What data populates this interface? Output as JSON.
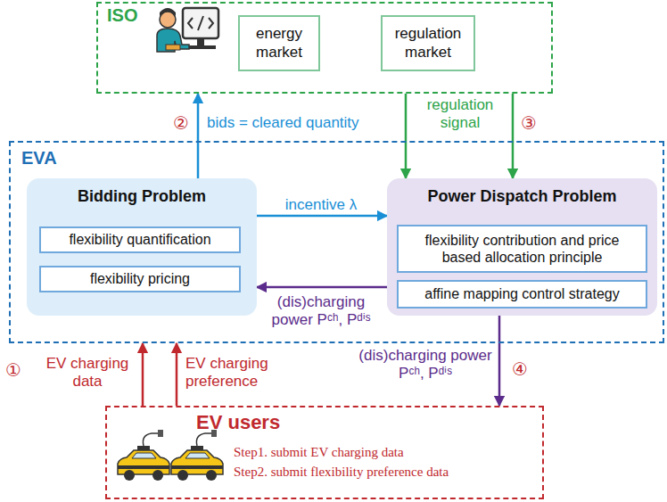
{
  "diagram": {
    "nodes": [
      {
        "text": [
          "ISO"
        ]
      },
      {
        "text": [
          "energy market"
        ],
        "in": 0
      },
      {
        "text": [
          "regulation market"
        ],
        "in": 0
      },
      {
        "text": [
          "EVA"
        ]
      },
      {
        "text": [
          "Bidding Problem"
        ],
        "in": 3
      },
      {
        "text": [
          "flexibility quantification"
        ],
        "in": 4
      },
      {
        "text": [
          "flexibility pricing"
        ],
        "in": 4
      },
      {
        "text": [
          "Power Dispatch Problem"
        ],
        "in": 3
      },
      {
        "text": [
          "flexibility contribution and price based allocation principle"
        ],
        "in": 7
      },
      {
        "text": [
          "affine mapping control strategy"
        ],
        "in": 7
      },
      {
        "text": [
          "EV users",
          "Step1. submit EV charging data",
          "Step2. submit flexibility preference data"
        ]
      }
    ],
    "edges": [
      {
        "from": 4,
        "to": 0,
        "label": "bids = cleared quantity",
        "arrow": "to"
      },
      {
        "from": 0,
        "to": 7,
        "label": "regulation signal",
        "arrow": "to"
      },
      {
        "from": 0,
        "to": 7,
        "arrow": "to"
      },
      {
        "from": 4,
        "to": 7,
        "label": "incentive λ",
        "arrow": "to"
      },
      {
        "from": 7,
        "to": 4,
        "label": "(dis)charging power Pᶜʰ, Pᵈⁱˢ",
        "arrow": "to"
      },
      {
        "from": 10,
        "to": 3,
        "label": "EV charging data",
        "arrow": "to"
      },
      {
        "from": 10,
        "to": 3,
        "label": "EV charging preference",
        "arrow": "to"
      },
      {
        "from": 7,
        "to": 10,
        "label": "(dis)charging power Pᶜʰ, Pᵈⁱˢ",
        "arrow": "to"
      }
    ],
    "labels": [
      "①",
      "②",
      "③",
      "④"
    ]
  }
}
